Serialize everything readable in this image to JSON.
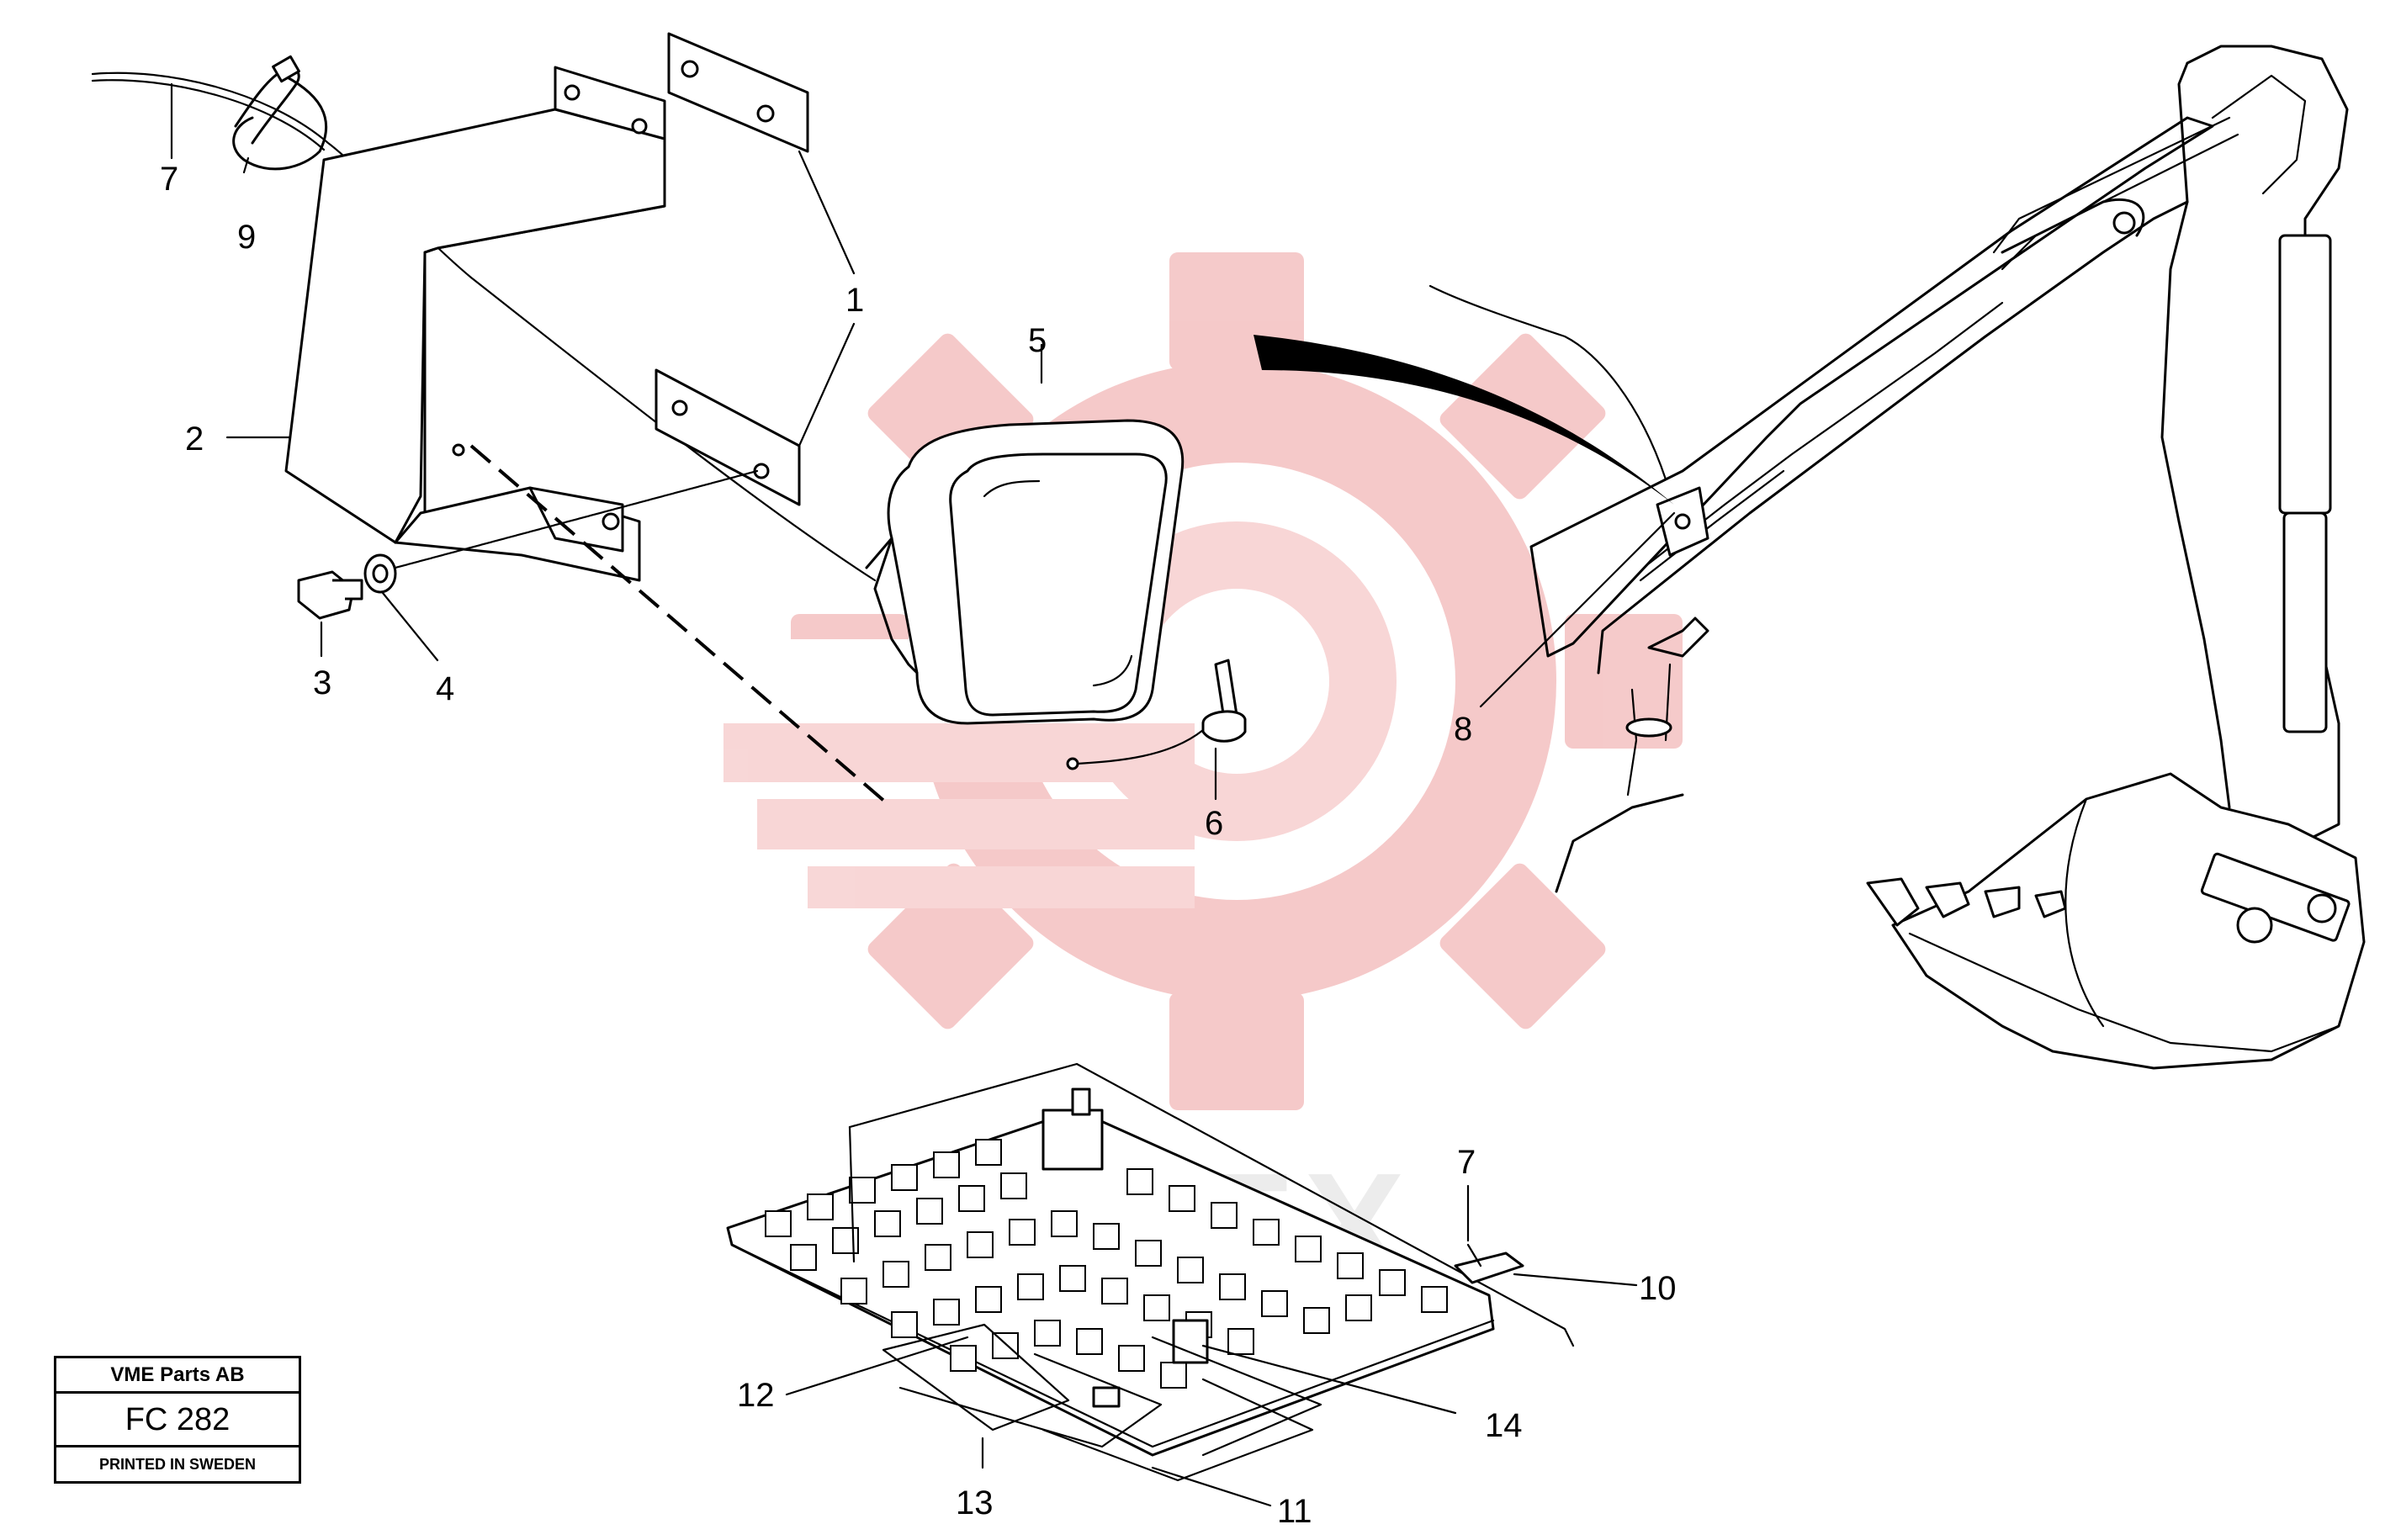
{
  "callouts": {
    "c1": "1",
    "c2": "2",
    "c3": "3",
    "c4": "4",
    "c5": "5",
    "c6": "6",
    "c7a": "7",
    "c7b": "7",
    "c8": "8",
    "c9": "9",
    "c10": "10",
    "c11": "11",
    "c12": "12",
    "c13": "13",
    "c14": "14"
  },
  "title_block": {
    "company": "VME Parts AB",
    "code": "FC 282",
    "printed": "PRINTED IN SWEDEN"
  },
  "watermark": {
    "color": "#f2b8b8"
  }
}
